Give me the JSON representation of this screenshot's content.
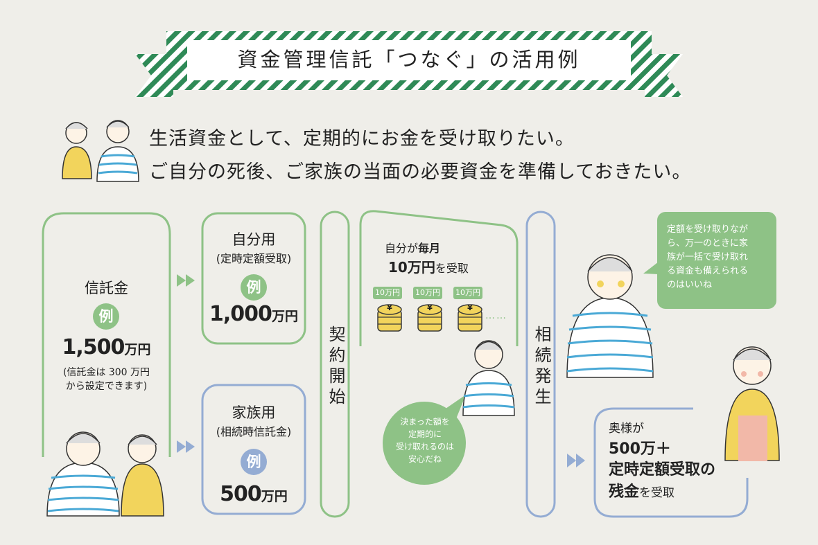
{
  "title": "資金管理信託「つなぐ」の活用例",
  "intro": {
    "line1": "生活資金として、定期的にお金を受け取りたい。",
    "line2": "ご自分の死後、ご家族の当面の必要資金を準備しておきたい。"
  },
  "trust_box": {
    "label": "信託金",
    "badge": "例",
    "amount": "1,500",
    "unit": "万円",
    "note1": "(信託金は 300 万円",
    "note2": "から設定できます)"
  },
  "self_box": {
    "label": "自分用",
    "sub": "(定時定額受取)",
    "badge": "例",
    "amount": "1,000",
    "unit": "万円"
  },
  "family_box": {
    "label": "家族用",
    "sub": "(相続時信託金)",
    "badge": "例",
    "amount": "500",
    "unit": "万円"
  },
  "contract_start": "契約開始",
  "receive_box": {
    "line1a": "自分が",
    "line1b": "毎月",
    "line2a": "10万円",
    "line2b": "を受取",
    "coin_label": "10万円",
    "coin_symbol": "¥",
    "dots": "……"
  },
  "inheritance": "相続発生",
  "bubble_left": {
    "l1": "決まった額を",
    "l2": "定期的に",
    "l3": "受け取れるのは",
    "l4": "安心だね"
  },
  "bubble_right": {
    "l1": "定額を受け取りなが",
    "l2": "ら、万一のときに家",
    "l3": "族が一括で受け取れ",
    "l4": "る資金も備えられる",
    "l5": "のはいいね"
  },
  "wife_box": {
    "line1": "奥様が",
    "line2": "500万＋",
    "line3": "定時定額受取の",
    "line4a": "残金",
    "line4b": "を受取"
  },
  "colors": {
    "green": "#8ec286",
    "blue": "#94acd3",
    "ribbon": "#2f8a57",
    "yellow": "#f2d45c"
  }
}
